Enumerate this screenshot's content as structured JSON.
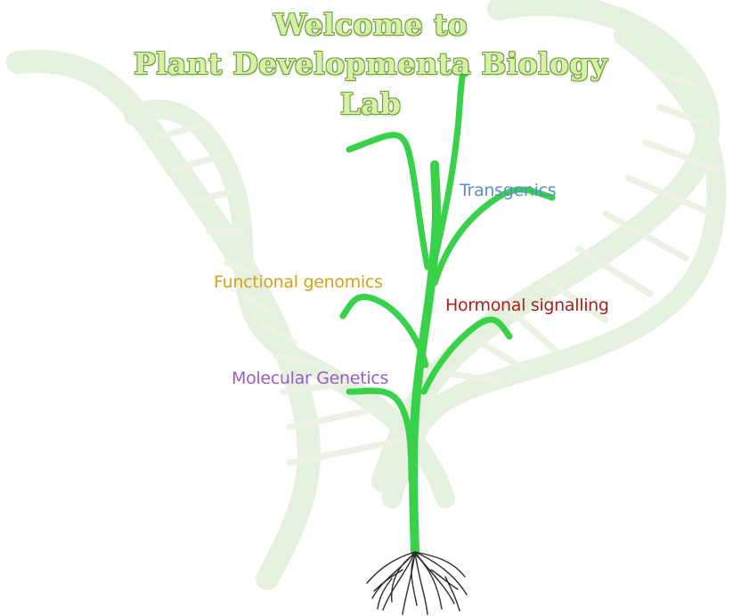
{
  "title": {
    "line1": "Welcome to",
    "line2": "Plant Developmenta  Biology",
    "line3": "Lab"
  },
  "labels": {
    "transgenics": "Transgenics",
    "functional_genomics": "Functional genomics",
    "hormonal_signalling": "Hormonal signalling",
    "molecular_genetics": "Molecular Genetics"
  },
  "colors": {
    "title_fill": "#d6f0a8",
    "title_outline": "#6ea03a",
    "plant_green": "#38d14a",
    "dna_watermark": "#e3efdc",
    "root_dark": "#2a2a2a"
  }
}
